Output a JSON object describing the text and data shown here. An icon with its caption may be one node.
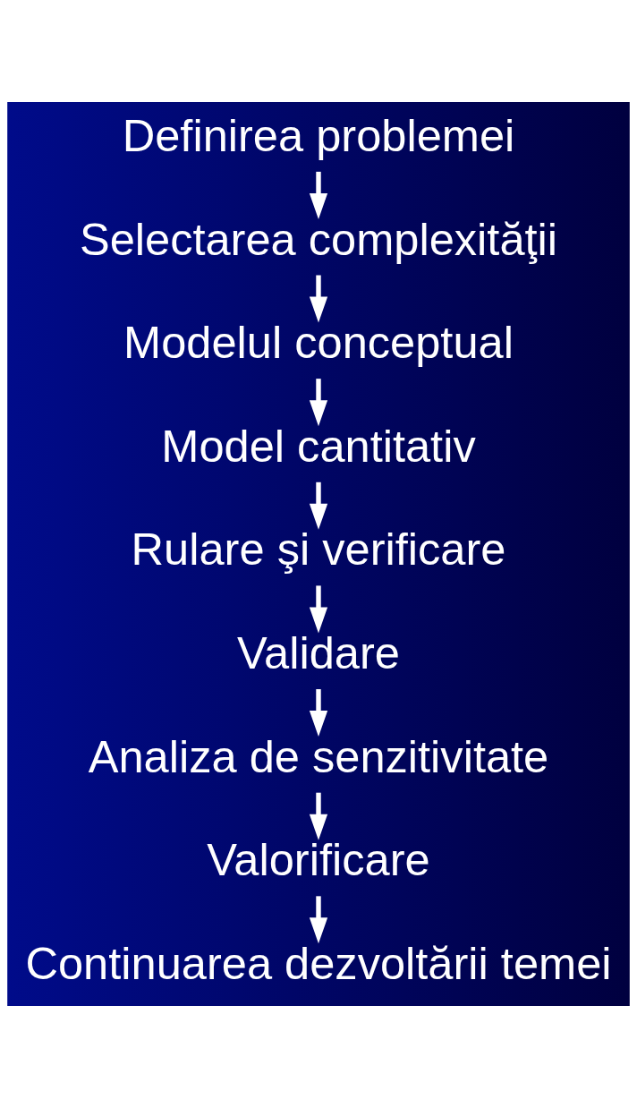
{
  "diagram": {
    "nodes": [
      {
        "text": [
          "Definirea problemei"
        ]
      },
      {
        "text": [
          "Selectarea complexităţii"
        ]
      },
      {
        "text": [
          "Modelul conceptual"
        ]
      },
      {
        "text": [
          "Model cantitativ"
        ]
      },
      {
        "text": [
          "Rulare şi verificare"
        ]
      },
      {
        "text": [
          "Validare"
        ]
      },
      {
        "text": [
          "Analiza de senzitivitate"
        ]
      },
      {
        "text": [
          "Valorificare"
        ]
      },
      {
        "text": [
          "Continuarea dezvoltării temei"
        ]
      }
    ],
    "edges": [
      {
        "from": 0,
        "to": 1,
        "arrow": "to"
      },
      {
        "from": 1,
        "to": 2,
        "arrow": "to"
      },
      {
        "from": 2,
        "to": 3,
        "arrow": "to"
      },
      {
        "from": 3,
        "to": 4,
        "arrow": "to"
      },
      {
        "from": 4,
        "to": 5,
        "arrow": "to"
      },
      {
        "from": 5,
        "to": 6,
        "arrow": "to"
      },
      {
        "from": 6,
        "to": 7,
        "arrow": "to"
      },
      {
        "from": 7,
        "to": 8,
        "arrow": "to"
      }
    ]
  }
}
